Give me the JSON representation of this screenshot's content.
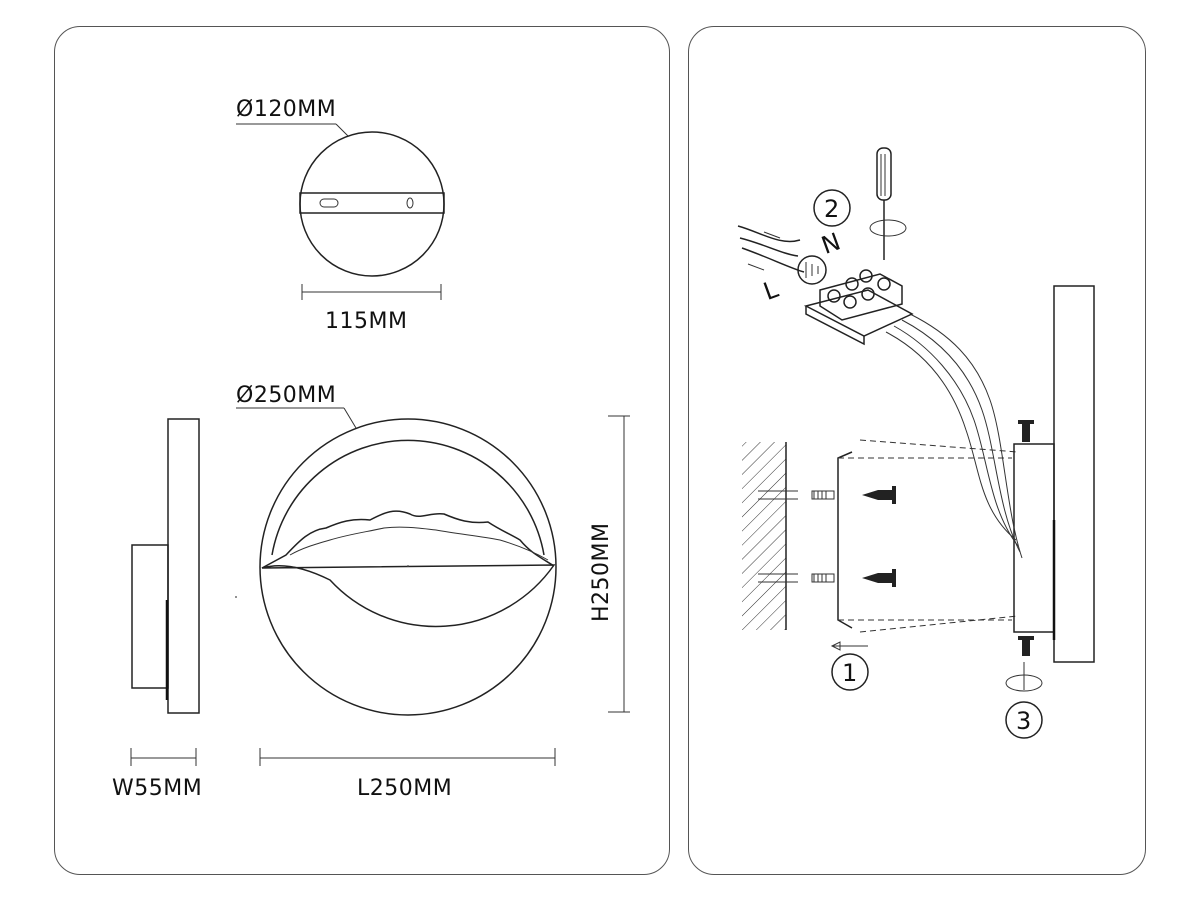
{
  "dimensions": {
    "base_diameter": "Ø120MM",
    "base_width": "115MM",
    "disc_diameter": "Ø250MM",
    "height": "H250MM",
    "depth": "W55MM",
    "length": "L250MM"
  },
  "installation_steps": {
    "step1": "1",
    "step2": "2",
    "step3": "3"
  },
  "terminal_labels": {
    "live": "L",
    "neutral": "N"
  }
}
